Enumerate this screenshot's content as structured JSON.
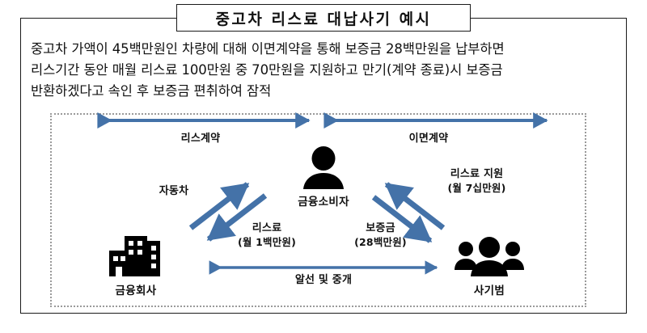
{
  "document": {
    "title": "중고차 리스료 대납사기 예시",
    "description_lines": [
      "중고차 가액이 45백만원인 차량에 대해 이면계약을 통해 보증금 28백만원을 납부하면",
      "리스기간 동안 매월 리스료 100만원 중 70만원을 지원하고 만기(계약 종료)시 보증금",
      "반환하겠다고 속인 후 보증금 편취하여 잠적"
    ]
  },
  "colors": {
    "arrow": "#4472a8",
    "border": "#1a1a1a",
    "dotted_border": "#9a9a9a",
    "text": "#111111",
    "icon": "#000000"
  },
  "diagram": {
    "actors": [
      {
        "id": "consumer",
        "label": "금융소비자",
        "icon": "person-icon"
      },
      {
        "id": "company",
        "label": "금융회사",
        "icon": "buildings-icon"
      },
      {
        "id": "fraudster",
        "label": "사기범",
        "icon": "people-group-icon"
      }
    ],
    "flows": [
      {
        "id": "lease-contract",
        "label": "리스계약",
        "sub": "",
        "from": "company",
        "to": "consumer",
        "direction": "bidirectional"
      },
      {
        "id": "side-contract",
        "label": "이면계약",
        "sub": "",
        "from": "consumer",
        "to": "fraudster",
        "direction": "bidirectional"
      },
      {
        "id": "car",
        "label": "자동차",
        "sub": "",
        "from": "company",
        "to": "consumer",
        "direction": "up-right"
      },
      {
        "id": "lease-fee",
        "label": "리스료",
        "sub": "(월 1백만원)",
        "from": "consumer",
        "to": "company",
        "direction": "down-left"
      },
      {
        "id": "deposit",
        "label": "보증금",
        "sub": "(28백만원)",
        "from": "consumer",
        "to": "fraudster",
        "direction": "down-right"
      },
      {
        "id": "lease-support",
        "label": "리스료 지원",
        "sub": "(월 7십만원)",
        "from": "fraudster",
        "to": "consumer",
        "direction": "up-left"
      },
      {
        "id": "brokerage",
        "label": "알선 및 중개",
        "sub": "",
        "from": "company",
        "to": "fraudster",
        "direction": "bidirectional"
      }
    ]
  }
}
